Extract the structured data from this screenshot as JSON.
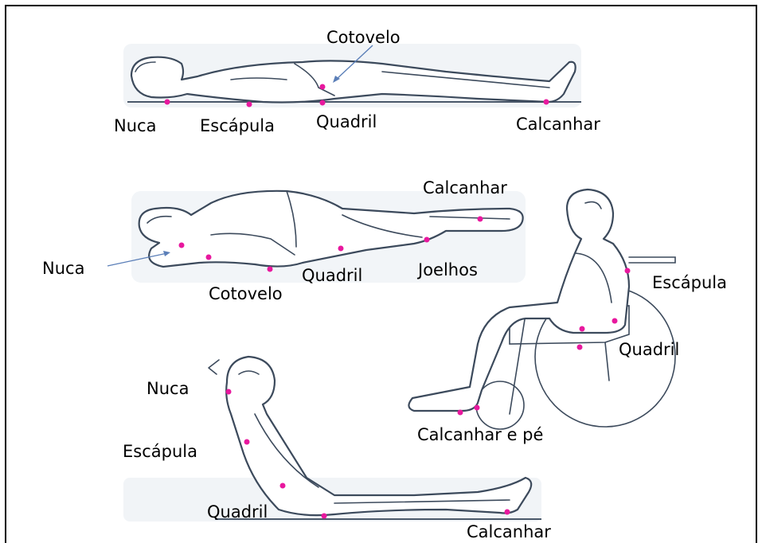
{
  "colors": {
    "pressure_point": "#e8189e",
    "figure_outline": "#3c4a5c",
    "pointer_arrow": "#5b7fb8",
    "border": "#000000"
  },
  "positions": {
    "supine": {
      "labels": {
        "elbow": "Cotovelo",
        "nape": "Nuca",
        "scapula": "Escápula",
        "hip": "Quadril",
        "heel": "Calcanhar"
      }
    },
    "lateral": {
      "labels": {
        "heel": "Calcanhar",
        "nape": "Nuca",
        "hip": "Quadril",
        "knees": "Joelhos",
        "elbow": "Cotovelo"
      }
    },
    "wheelchair": {
      "labels": {
        "scapula": "Escápula",
        "hip": "Quadril",
        "heel_foot": "Calcanhar e pé"
      }
    },
    "semi_sitting": {
      "labels": {
        "nape": "Nuca",
        "scapula": "Escápula",
        "hip": "Quadril",
        "heel": "Calcanhar"
      }
    }
  }
}
